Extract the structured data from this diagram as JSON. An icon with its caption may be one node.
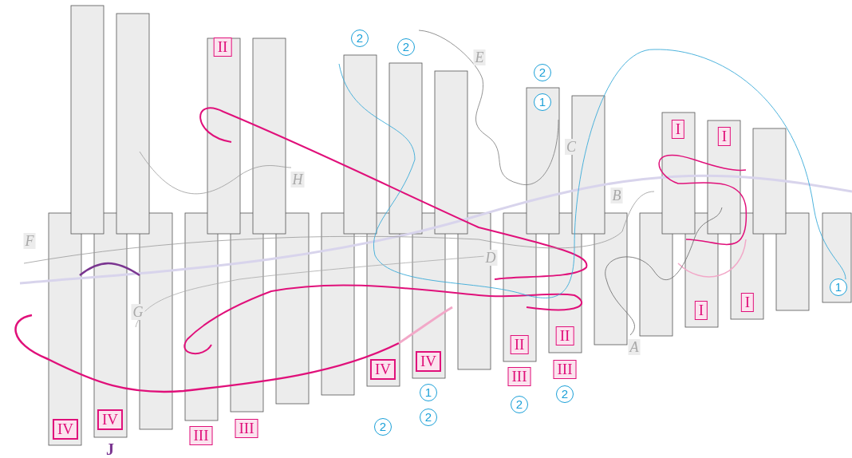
{
  "diagram": {
    "labels": [
      "II",
      "2",
      "2",
      "E",
      "2",
      "1",
      "C",
      "I",
      "I",
      "H",
      "B",
      "F",
      "D",
      "1",
      "G",
      "I",
      "I",
      "A",
      "II",
      "II",
      "IV",
      "IV",
      "III",
      "III",
      "1",
      "2",
      "2",
      "2",
      "2",
      "IV",
      "IV",
      "III",
      "III",
      "J"
    ]
  }
}
